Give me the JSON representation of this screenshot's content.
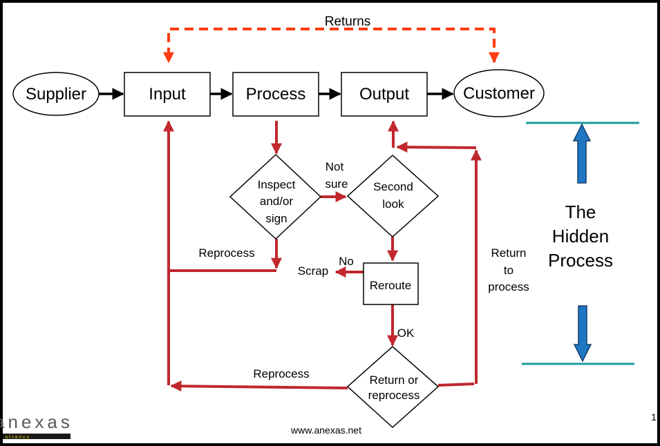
{
  "diagram": {
    "nodes": {
      "supplier": "Supplier",
      "input": "Input",
      "process": "Process",
      "output": "Output",
      "customer": "Customer",
      "inspect": [
        "Inspect",
        "and/or",
        "sign"
      ],
      "second_look": [
        "Second",
        "look"
      ],
      "reroute": "Reroute",
      "return_or_reprocess": [
        "Return or",
        "reprocess"
      ]
    },
    "labels": {
      "returns": "Returns",
      "not_sure": [
        "Not",
        "sure"
      ],
      "reprocess_upper": "Reprocess",
      "no": "No",
      "scrap": "Scrap",
      "ok": "OK",
      "reprocess_lower": "Reprocess",
      "return_to_process": [
        "Return",
        "to",
        "process"
      ]
    },
    "hidden_process": [
      "The",
      "Hidden",
      "Process"
    ]
  },
  "footer": {
    "website": "www.anexas.net",
    "logo_text": "anexas",
    "logo_sub": "ultancy",
    "page_number": "1"
  },
  "colors": {
    "flow_red": "#c0282d",
    "returns_orange": "#ff3b10",
    "arrow_blue": "#1f77c4",
    "teal_line": "#1a9a9a",
    "logo_yellow": "#e8d400"
  }
}
